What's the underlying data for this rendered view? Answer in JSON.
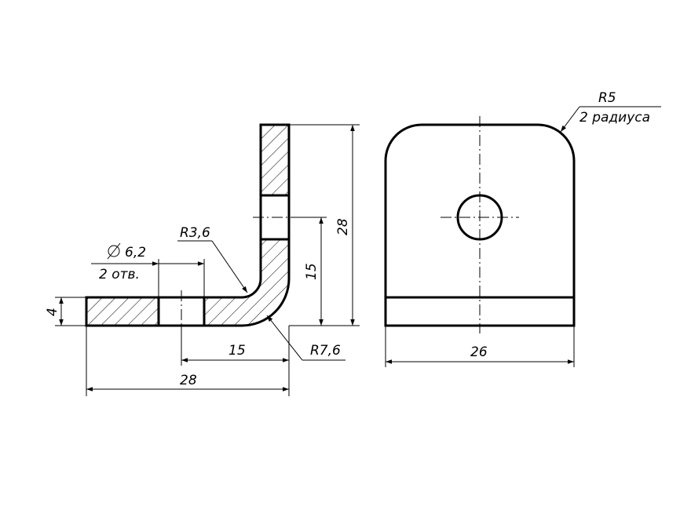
{
  "labels": {
    "hole_diameter": "6,2",
    "hole_count": "2 отв.",
    "inner_radius": "R3,6",
    "outer_radius": "R7,6",
    "thickness": "4",
    "hole_offset": "15",
    "horizontal_length": "28",
    "hole_height": "15",
    "vertical_height": "28",
    "width": "26",
    "corner_radius": "R5",
    "corner_radius_count": "2 радиуса"
  },
  "symbols": {
    "diameter": "diameter-sign-icon"
  }
}
